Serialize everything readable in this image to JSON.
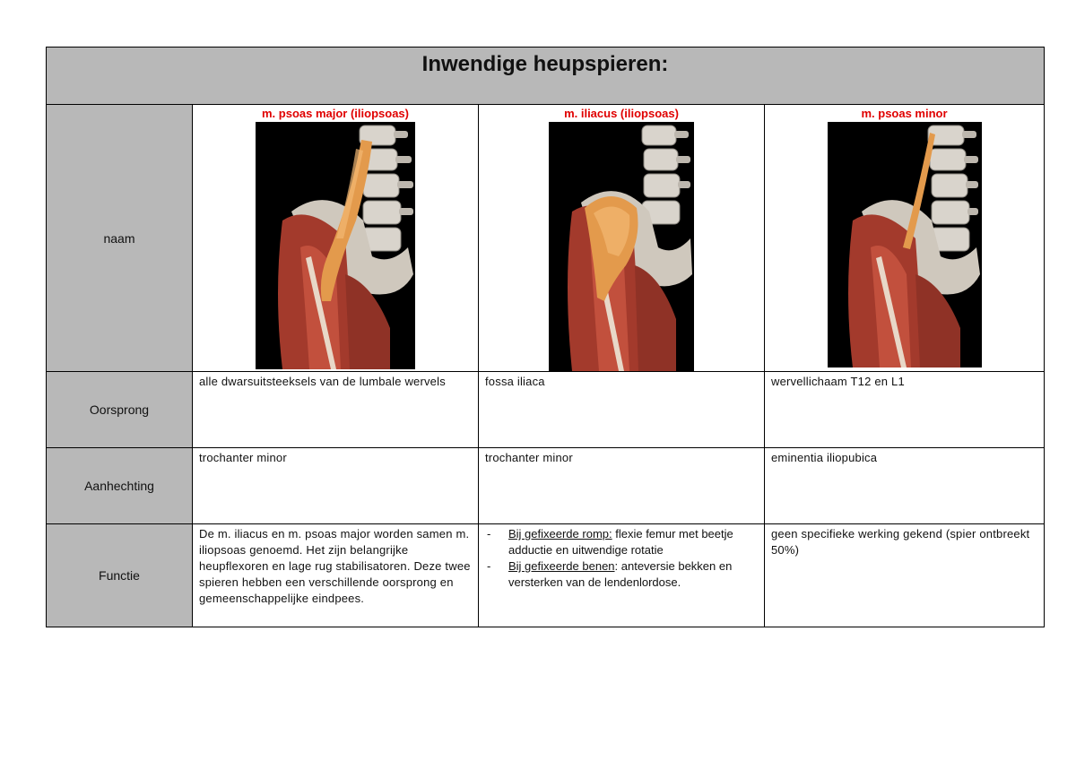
{
  "title": "Inwendige heupspieren:",
  "rows": {
    "naam": "naam",
    "oorsprong": "Oorsprong",
    "aanhechting": "Aanhechting",
    "functie": "Functie"
  },
  "muscles": [
    {
      "name": "m. psoas major (iliopsoas)",
      "oorsprong": "alle dwarsuitsteeksels van de lumbale wervels",
      "aanhechting": "trochanter minor",
      "functie": "De m. iliacus en m. psoas major worden samen m. iliopsoas genoemd. Het zijn belangrijke heupflexoren en lage rug stabilisatoren. Deze twee spieren hebben een verschillende oorsprong en gemeenschappelijke eindpees."
    },
    {
      "name": "m. iliacus (iliopsoas)",
      "oorsprong": "fossa iliaca",
      "aanhechting": "trochanter minor",
      "functie_items": [
        {
          "dash": "-",
          "lead": "Bij gefixeerde romp:",
          "rest": " flexie femur met beetje adductie en uitwendige rotatie"
        },
        {
          "dash": "-",
          "lead": "Bij gefixeerde benen",
          "rest": ": anteversie bekken en versterken van de lendenlordose."
        }
      ]
    },
    {
      "name": "m. psoas minor",
      "oorsprong": "wervellichaam T12 en L1",
      "aanhechting": "eminentia iliopubica",
      "functie": "geen specifieke werking gekend (spier ontbreekt 50%)"
    }
  ],
  "colors": {
    "header_fill": "#b8b8b8",
    "muscle_name": "#e00000",
    "highlight_muscle": "#e39a4c",
    "muscle_red": "#a33a2c",
    "image_bg": "#000000"
  }
}
